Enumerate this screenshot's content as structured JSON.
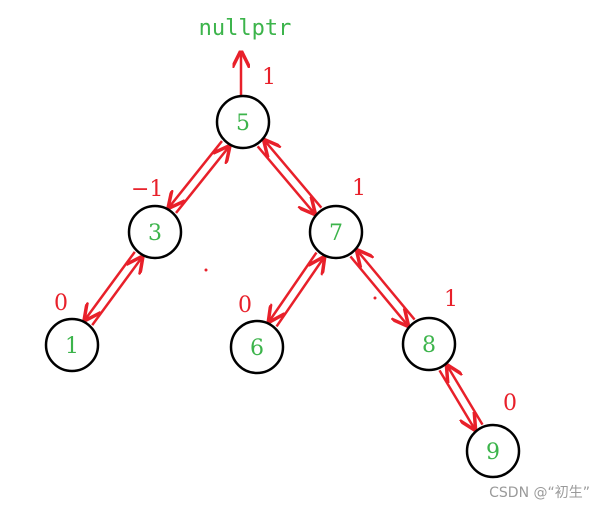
{
  "diagram": {
    "root_pointer_label": "nullptr",
    "nodes": [
      {
        "id": "n5",
        "label": "5",
        "bf": "1"
      },
      {
        "id": "n3",
        "label": "3",
        "bf": "−1"
      },
      {
        "id": "n7",
        "label": "7",
        "bf": "1"
      },
      {
        "id": "n1",
        "label": "1",
        "bf": "0"
      },
      {
        "id": "n6",
        "label": "6",
        "bf": "0"
      },
      {
        "id": "n8",
        "label": "8",
        "bf": "1"
      },
      {
        "id": "n9",
        "label": "9",
        "bf": "0"
      }
    ],
    "edges": [
      {
        "from": "n5",
        "to": "n3"
      },
      {
        "from": "n5",
        "to": "n7"
      },
      {
        "from": "n3",
        "to": "n1"
      },
      {
        "from": "n7",
        "to": "n6"
      },
      {
        "from": "n7",
        "to": "n8"
      },
      {
        "from": "n8",
        "to": "n9"
      }
    ],
    "colors": {
      "arrow": "#e8202a",
      "node_outline": "#000000",
      "node_text": "#3cb44b",
      "bf_text": "#e8202a"
    }
  },
  "watermark": "CSDN @“初生”"
}
